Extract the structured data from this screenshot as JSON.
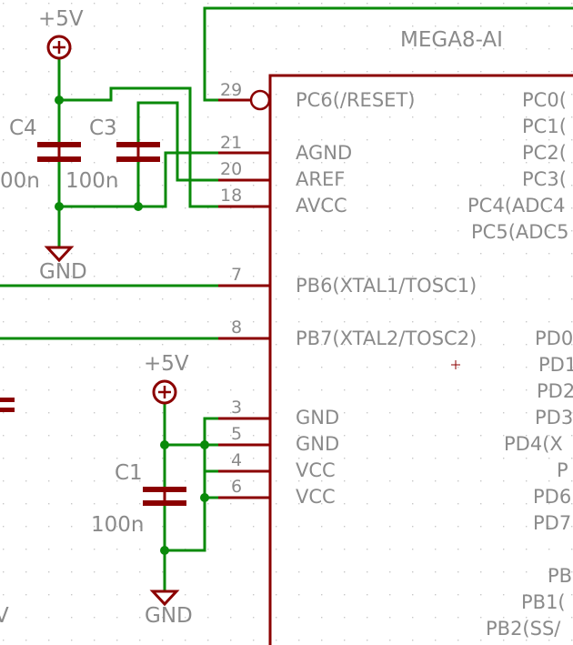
{
  "colors": {
    "wire": "#0a8a0a",
    "component": "#8b0000",
    "text": "#8a8a8a",
    "grid": "#c8c8c8",
    "background": "#ffffff"
  },
  "chip": {
    "name": "MEGA8-AI",
    "left_pins": [
      {
        "number": "29",
        "label": "PC6(/RESET)"
      },
      {
        "number": "21",
        "label": "AGND"
      },
      {
        "number": "20",
        "label": "AREF"
      },
      {
        "number": "18",
        "label": "AVCC"
      },
      {
        "number": "7",
        "label": "PB6(XTAL1/TOSC1)"
      },
      {
        "number": "8",
        "label": "PB7(XTAL2/TOSC2)"
      },
      {
        "number": "3",
        "label": "GND"
      },
      {
        "number": "5",
        "label": "GND"
      },
      {
        "number": "4",
        "label": "VCC"
      },
      {
        "number": "6",
        "label": "VCC"
      }
    ],
    "right_labels": [
      "PC0(",
      "PC1(",
      "PC2(",
      "PC3(",
      "PC4(ADC4",
      "PC5(ADC5",
      "PD0",
      "PD1",
      "PD2",
      "PD3",
      "PD4(X",
      "P",
      "PD6",
      "PD7",
      "PB",
      "PB1(",
      "PB2(SS/"
    ]
  },
  "components": {
    "c4": {
      "name": "C4",
      "value": "00n"
    },
    "c3": {
      "name": "C3",
      "value": "100n"
    },
    "c1": {
      "name": "C1",
      "value": "100n"
    }
  },
  "supplies": {
    "top_vcc": "+5V",
    "top_gnd": "GND",
    "bottom_vcc": "+5V",
    "bottom_gnd": "GND"
  },
  "edge_fragment": "V"
}
